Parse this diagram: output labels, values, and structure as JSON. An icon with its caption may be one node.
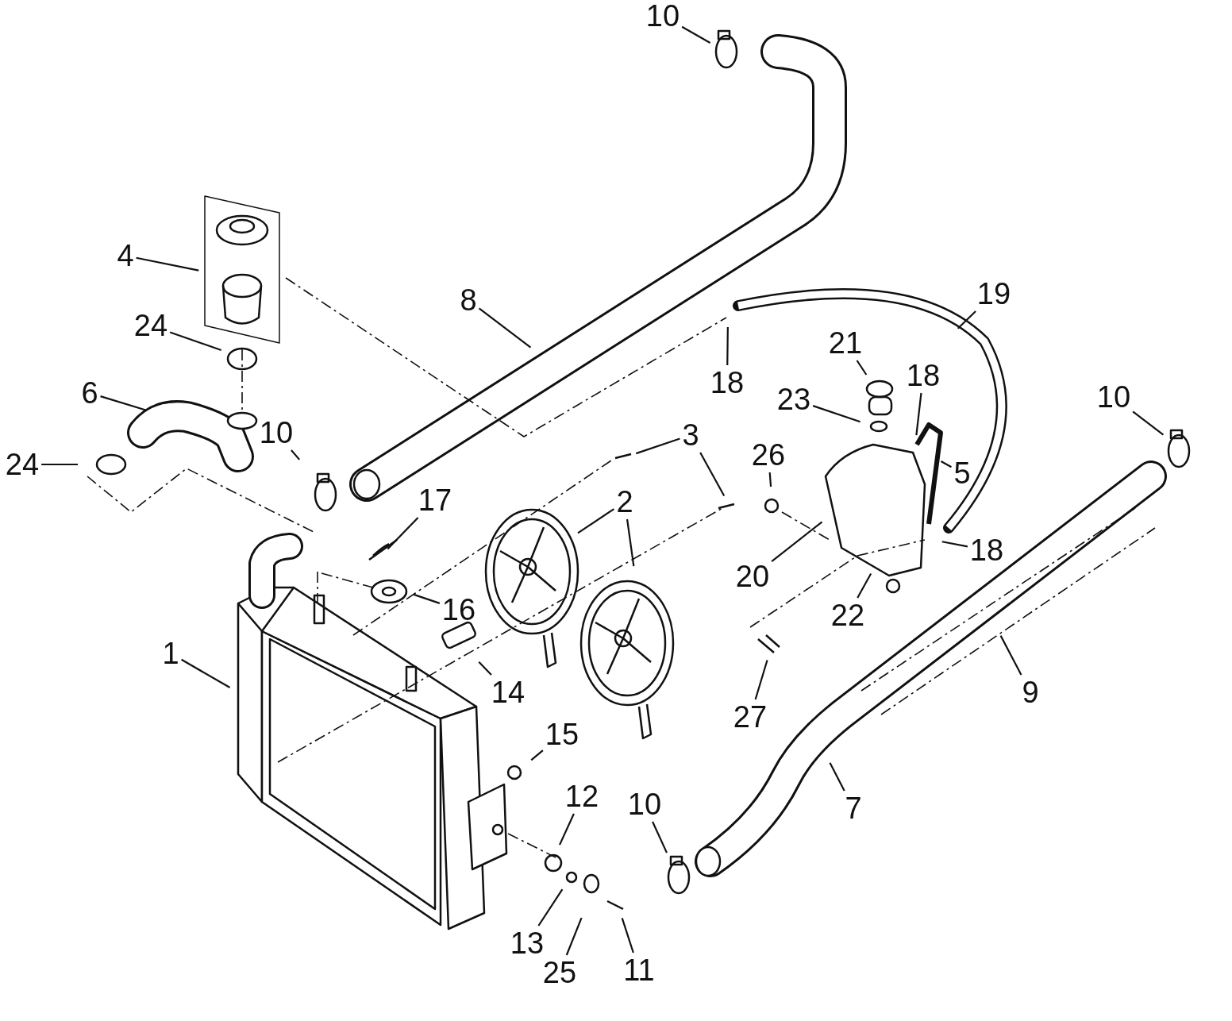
{
  "diagram": {
    "nodes": [
      {
        "text": [
          "10"
        ]
      },
      {
        "text": [
          "4"
        ]
      },
      {
        "text": [
          "24"
        ]
      },
      {
        "text": [
          "8"
        ]
      },
      {
        "text": [
          "18"
        ]
      },
      {
        "text": [
          "19"
        ]
      },
      {
        "text": [
          "21"
        ]
      },
      {
        "text": [
          "18"
        ]
      },
      {
        "text": [
          "23"
        ]
      },
      {
        "text": [
          "6"
        ]
      },
      {
        "text": [
          "10"
        ]
      },
      {
        "text": [
          "24"
        ]
      },
      {
        "text": [
          "10"
        ]
      },
      {
        "text": [
          "3"
        ]
      },
      {
        "text": [
          "26"
        ]
      },
      {
        "text": [
          "5"
        ]
      },
      {
        "text": [
          "17"
        ]
      },
      {
        "text": [
          "2"
        ]
      },
      {
        "text": [
          "20"
        ]
      },
      {
        "text": [
          "18"
        ]
      },
      {
        "text": [
          "16"
        ]
      },
      {
        "text": [
          "1"
        ]
      },
      {
        "text": [
          "14"
        ]
      },
      {
        "text": [
          "22"
        ]
      },
      {
        "text": [
          "27"
        ]
      },
      {
        "text": [
          "9"
        ]
      },
      {
        "text": [
          "15"
        ]
      },
      {
        "text": [
          "12"
        ]
      },
      {
        "text": [
          "7"
        ]
      },
      {
        "text": [
          "10"
        ]
      },
      {
        "text": [
          "13"
        ]
      },
      {
        "text": [
          "25"
        ]
      },
      {
        "text": [
          "11"
        ]
      }
    ],
    "edges": [
      {
        "from": 0,
        "to": null,
        "arrow": "none"
      },
      {
        "from": 1,
        "to": null,
        "arrow": "none"
      },
      {
        "from": 2,
        "to": null,
        "arrow": "none"
      },
      {
        "from": 3,
        "to": null,
        "arrow": "none"
      },
      {
        "from": 4,
        "to": null,
        "arrow": "none"
      },
      {
        "from": 5,
        "to": null,
        "arrow": "none"
      },
      {
        "from": 6,
        "to": null,
        "arrow": "none"
      },
      {
        "from": 7,
        "to": null,
        "arrow": "none"
      },
      {
        "from": 8,
        "to": null,
        "arrow": "none"
      },
      {
        "from": 9,
        "to": null,
        "arrow": "none"
      },
      {
        "from": 10,
        "to": null,
        "arrow": "none"
      },
      {
        "from": 11,
        "to": null,
        "arrow": "none"
      },
      {
        "from": 12,
        "to": null,
        "arrow": "none"
      },
      {
        "from": 13,
        "to": null,
        "arrow": "none"
      },
      {
        "from": 13,
        "to": null,
        "arrow": "none"
      },
      {
        "from": 14,
        "to": null,
        "arrow": "none"
      },
      {
        "from": 15,
        "to": null,
        "arrow": "none"
      },
      {
        "from": 16,
        "to": null,
        "arrow": "none"
      },
      {
        "from": 17,
        "to": null,
        "arrow": "none"
      },
      {
        "from": 17,
        "to": null,
        "arrow": "none"
      },
      {
        "from": 18,
        "to": null,
        "arrow": "none"
      },
      {
        "from": 19,
        "to": null,
        "arrow": "none"
      },
      {
        "from": 20,
        "to": null,
        "arrow": "none"
      },
      {
        "from": 21,
        "to": null,
        "arrow": "none"
      },
      {
        "from": 22,
        "to": null,
        "arrow": "none"
      },
      {
        "from": 23,
        "to": null,
        "arrow": "none"
      },
      {
        "from": 24,
        "to": null,
        "arrow": "none"
      },
      {
        "from": 25,
        "to": null,
        "arrow": "none"
      },
      {
        "from": 26,
        "to": null,
        "arrow": "none"
      },
      {
        "from": 27,
        "to": null,
        "arrow": "none"
      },
      {
        "from": 28,
        "to": null,
        "arrow": "none"
      },
      {
        "from": 29,
        "to": null,
        "arrow": "none"
      },
      {
        "from": 30,
        "to": null,
        "arrow": "none"
      },
      {
        "from": 31,
        "to": null,
        "arrow": "none"
      },
      {
        "from": 32,
        "to": null,
        "arrow": "none"
      }
    ]
  }
}
